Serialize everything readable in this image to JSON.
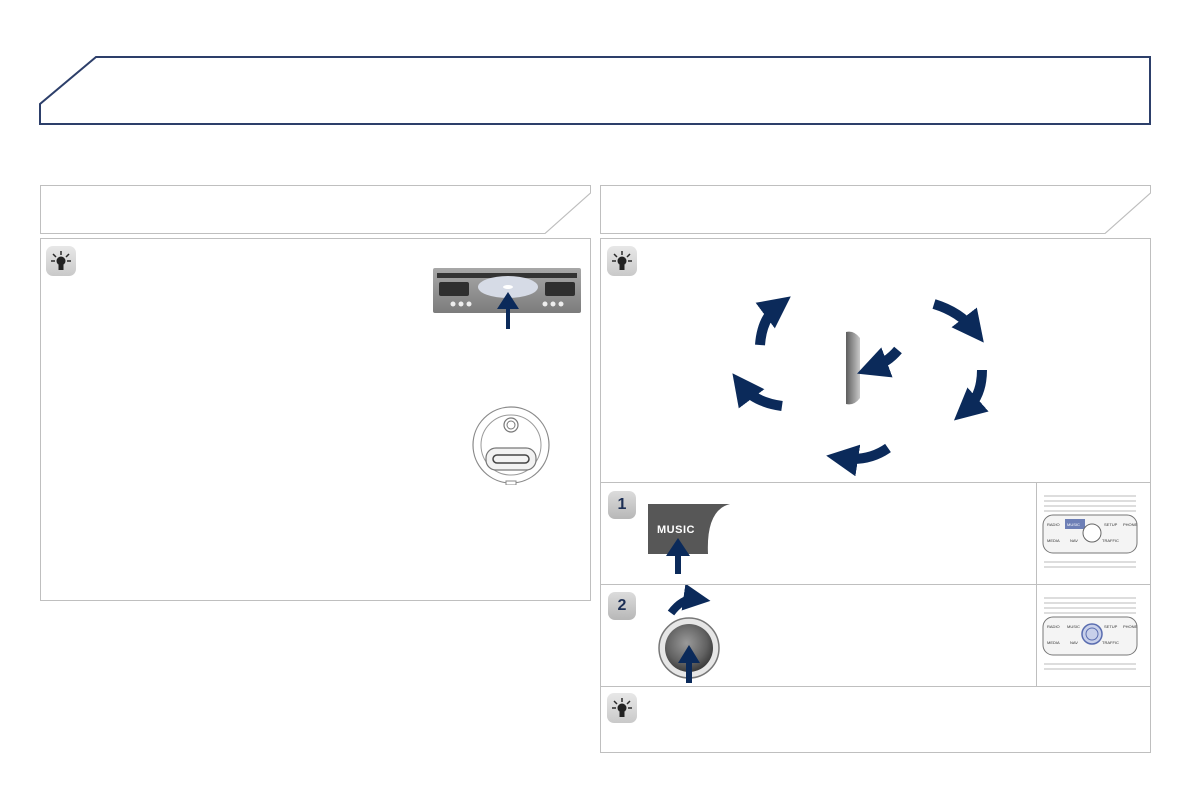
{
  "icons": {
    "hint": "lightbulb-icon",
    "rotate": "rotate-arrow-icon",
    "press": "press-arrow-icon"
  },
  "steps": [
    {
      "number": "1",
      "button_label": "MUSIC"
    },
    {
      "number": "2"
    }
  ],
  "panel_keys": {
    "radio": "RADIO",
    "media": "MEDIA",
    "music": "MUSIC",
    "nav": "NAV",
    "setup": "SETUP",
    "phone": "PHONE",
    "traffic": "TRAFFIC"
  },
  "colors": {
    "navy": "#0b2a5a",
    "border": "#bfbfbf",
    "header_border": "#2d3f6a"
  }
}
